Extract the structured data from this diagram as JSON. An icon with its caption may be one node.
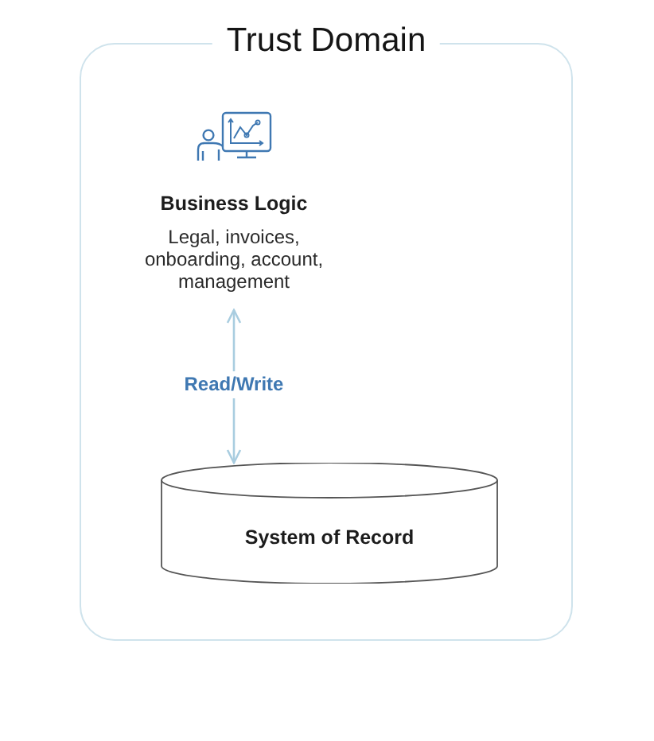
{
  "diagram": {
    "nodes": [
      {
        "text": [
          "Trust Domain"
        ]
      },
      {
        "text": [
          "Business Logic",
          "Legal, invoices, onboarding, account, management"
        ],
        "in": 0
      },
      {
        "text": [
          "System of Record"
        ],
        "in": 0
      }
    ],
    "edges": [
      {
        "from": 1,
        "to": 2,
        "arrow": "both",
        "label": "Read/Write"
      }
    ]
  }
}
